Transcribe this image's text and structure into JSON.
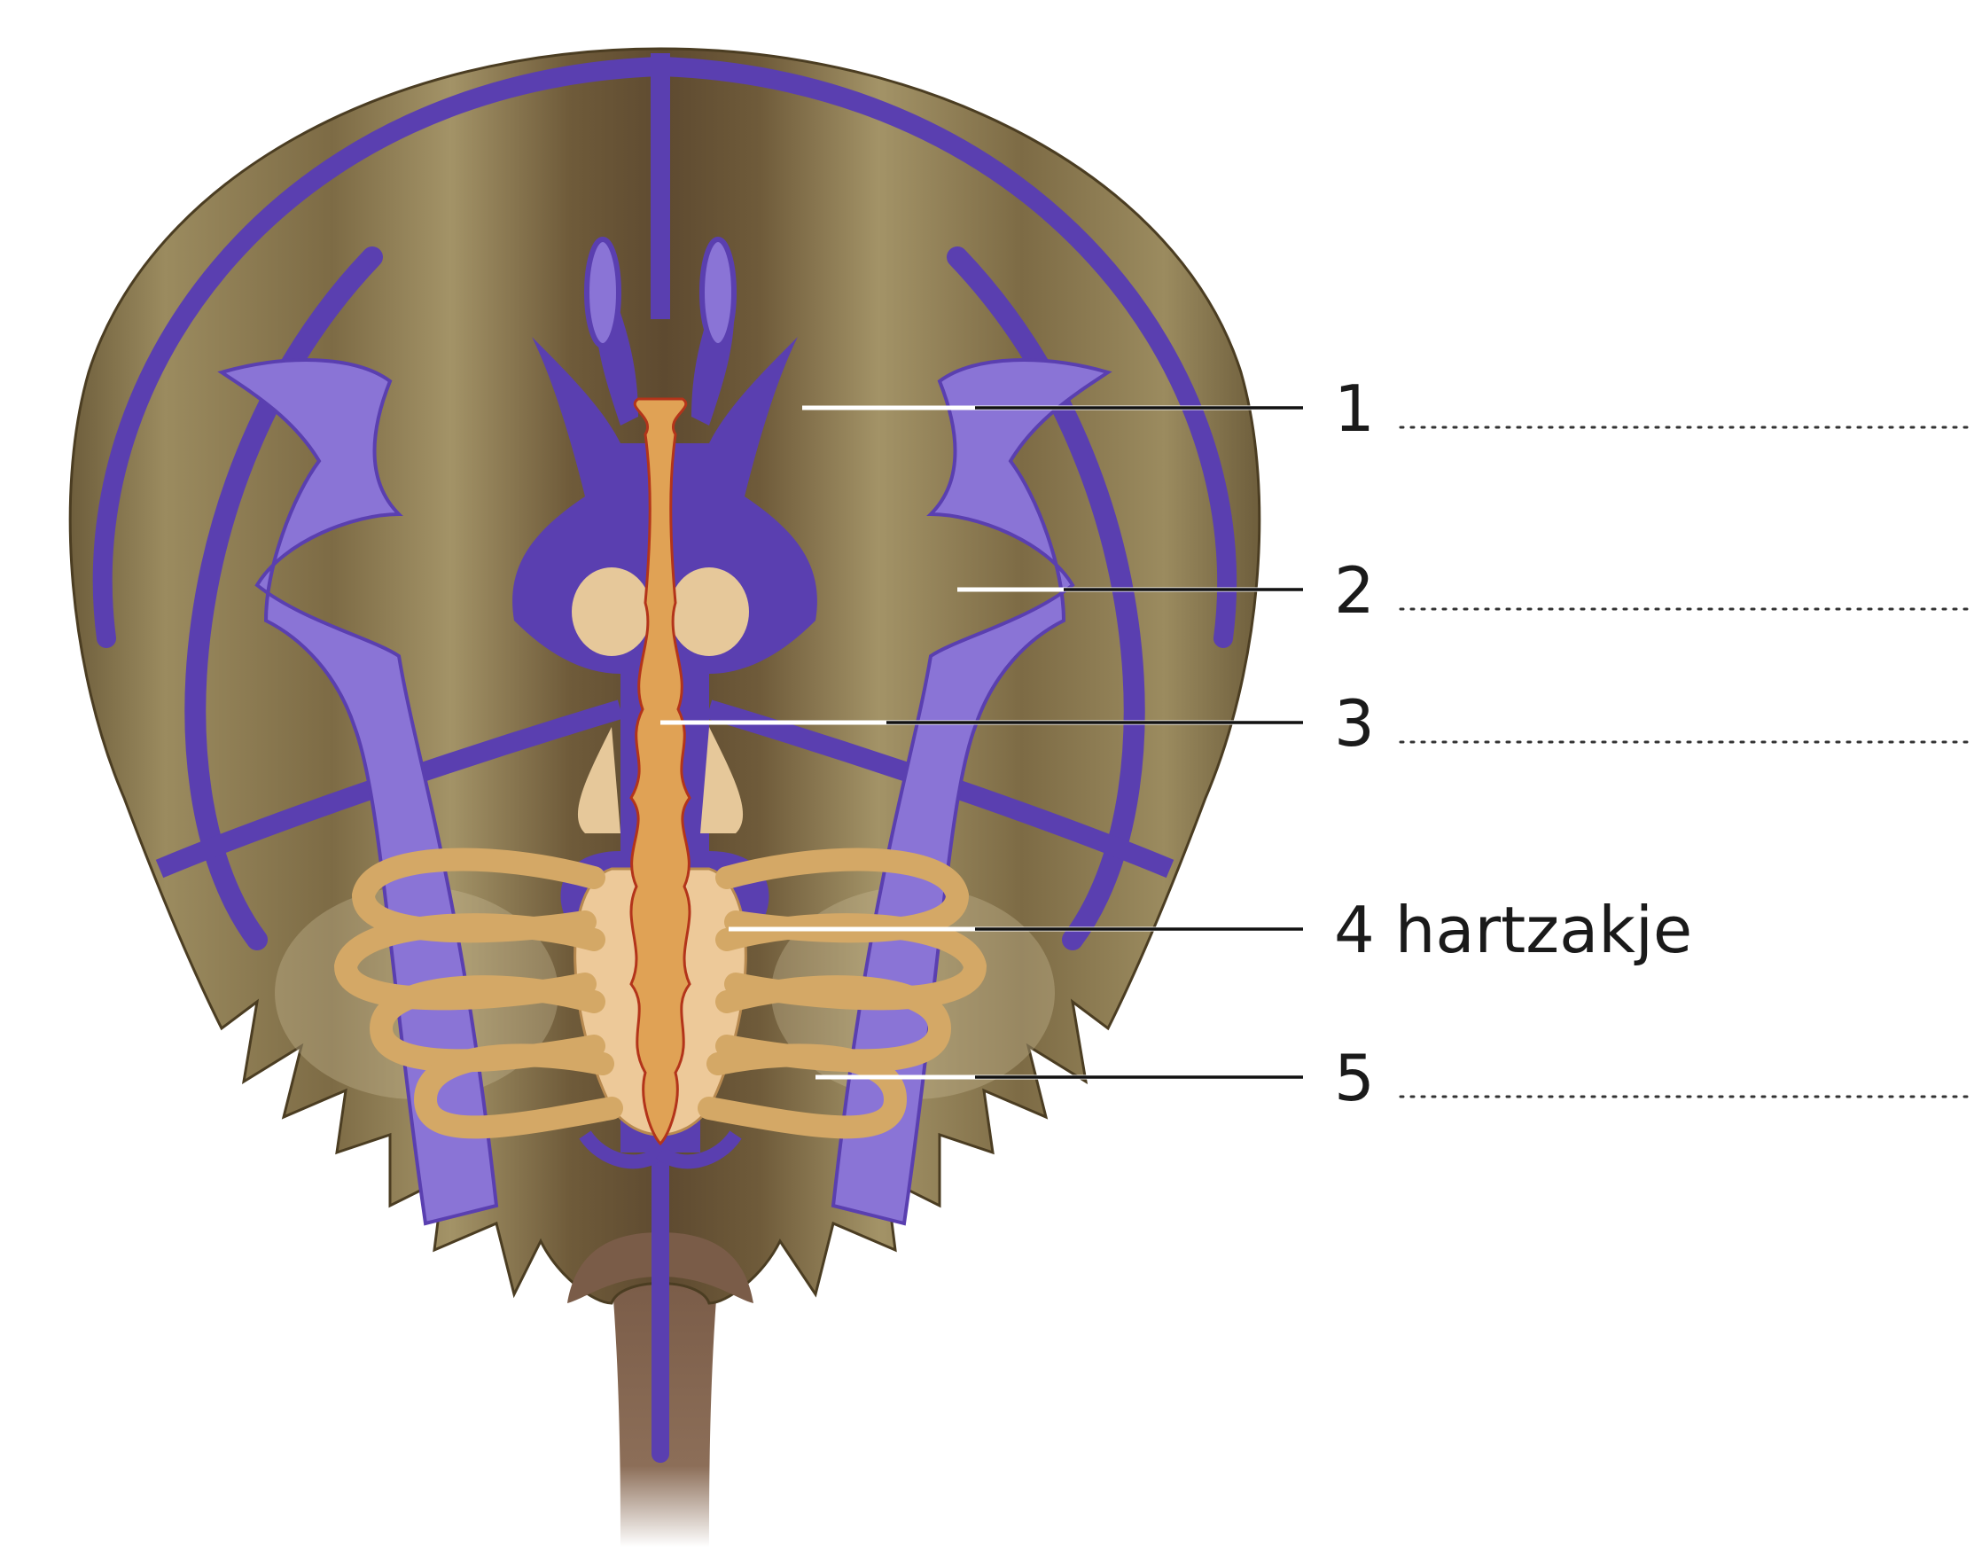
{
  "diagram": {
    "labels": [
      {
        "id": "1",
        "text": "1",
        "answer_blank": true
      },
      {
        "id": "2",
        "text": "2",
        "answer_blank": true
      },
      {
        "id": "3",
        "text": "3",
        "answer_blank": true
      },
      {
        "id": "4",
        "text": "4 hartzakje",
        "answer_blank": false
      },
      {
        "id": "5",
        "text": "5",
        "answer_blank": true
      }
    ]
  },
  "colors": {
    "shell": "#7a6a45",
    "shell_light": "#9a8a5e",
    "vessel": "#5a3fb0",
    "vessel_light": "#8a74d6",
    "heart": "#e0a255",
    "pericardium": "#edc999",
    "gill": "#d4a866",
    "tail": "#8c6e58"
  }
}
